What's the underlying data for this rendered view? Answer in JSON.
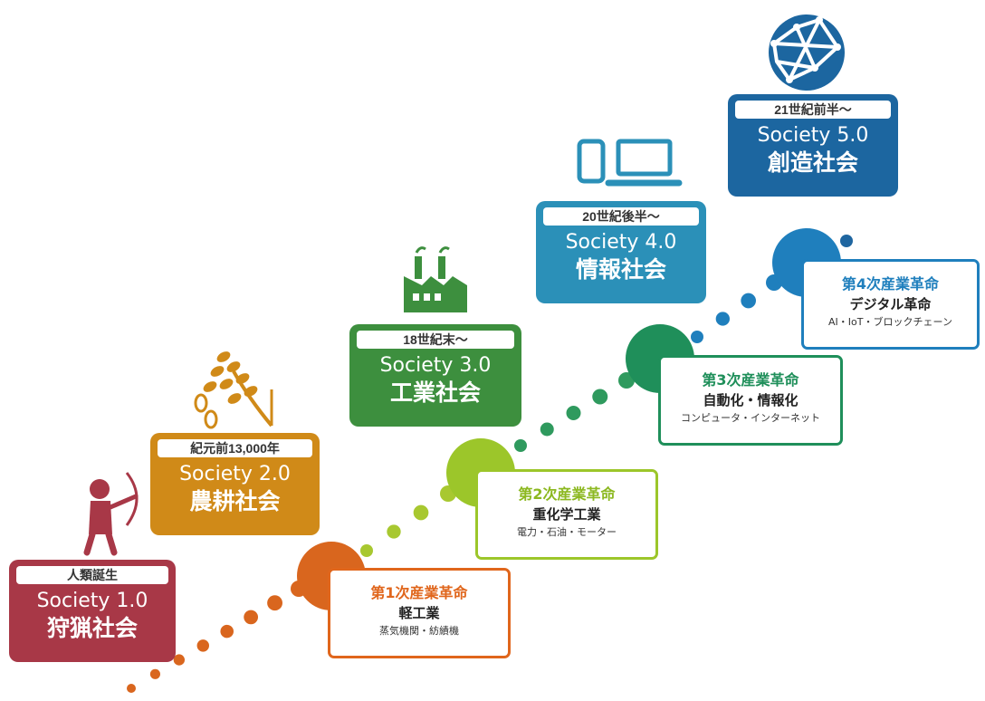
{
  "colors": {
    "s1": "#a83847",
    "s2": "#d08a18",
    "s3": "#3d8f3e",
    "s4": "#2b90b8",
    "s5": "#1c66a0",
    "r1": "#e0661c",
    "r2": "#9cc62a",
    "r3": "#1f8f5a",
    "r4": "#1f7fbd"
  },
  "societies": [
    {
      "period": "人類誕生",
      "name": "Society 1.0",
      "label": "狩猟社会",
      "icon": "archer-icon"
    },
    {
      "period": "紀元前13,000年",
      "name": "Society 2.0",
      "label": "農耕社会",
      "icon": "rice-icon"
    },
    {
      "period": "18世紀末～",
      "name": "Society 3.0",
      "label": "工業社会",
      "icon": "factory-icon"
    },
    {
      "period": "20世紀後半～",
      "name": "Society 4.0",
      "label": "情報社会",
      "icon": "devices-icon"
    },
    {
      "period": "21世紀前半～",
      "name": "Society 5.0",
      "label": "創造社会",
      "icon": "globe-network-icon"
    }
  ],
  "revolutions": [
    {
      "title": "第1次産業革命",
      "sub": "軽工業",
      "detail": "蒸気機関・紡績機"
    },
    {
      "title": "第2次産業革命",
      "sub": "重化学工業",
      "detail": "電力・石油・モーター"
    },
    {
      "title": "第3次産業革命",
      "sub": "自動化・情報化",
      "detail": "コンピュータ・インターネット"
    },
    {
      "title": "第4次産業革命",
      "sub": "デジタル革命",
      "detail": "AI・IoT・ブロックチェーン"
    }
  ]
}
